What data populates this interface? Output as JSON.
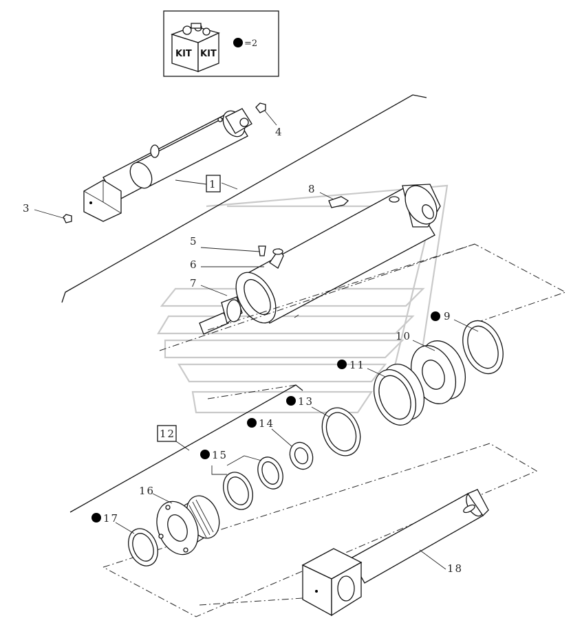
{
  "kit_box": {
    "kit_text_left": "KIT",
    "kit_text_right": "KIT",
    "legend": "=2"
  },
  "callouts": {
    "c1": "1",
    "c3": "3",
    "c4": "4",
    "c5": "5",
    "c6": "6",
    "c7": "7",
    "c8": "8",
    "c9": "9",
    "c10": "10",
    "c11": "11",
    "c12": "12",
    "c13": "13",
    "c14": "14",
    "c15": "15",
    "c16": "16",
    "c17": "17",
    "c18": "18"
  },
  "colors": {
    "line": "#111111",
    "watermark": "#c9c9c9",
    "marker": "#000000"
  }
}
